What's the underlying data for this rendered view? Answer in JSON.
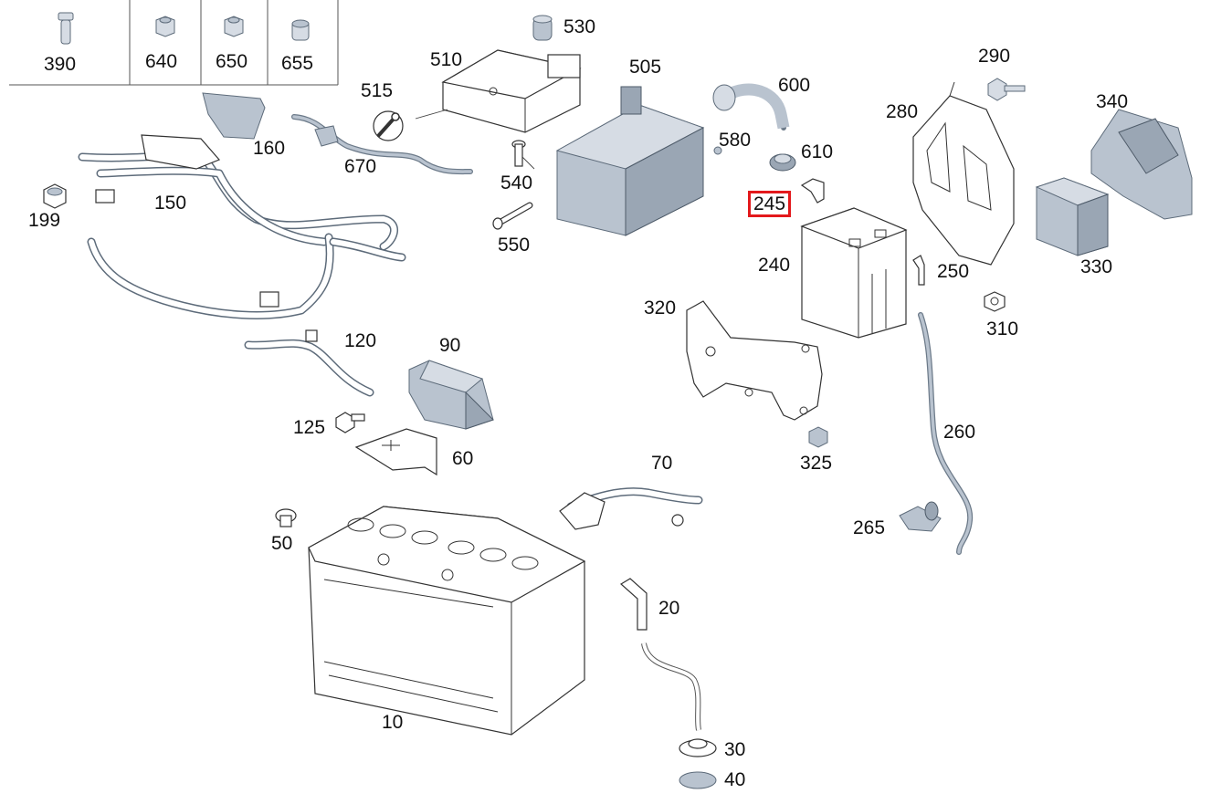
{
  "diagram": {
    "highlight_color": "#e3191c",
    "part_color": "#b9c3cf",
    "highlighted_callout": "245",
    "legend_cells": [
      {
        "label": "390",
        "icon": "sleeve-bolt-icon"
      },
      {
        "label": "640",
        "icon": "hex-nut-icon"
      },
      {
        "label": "650",
        "icon": "hex-nut-icon"
      },
      {
        "label": "655",
        "icon": "sleeve-nut-icon"
      }
    ],
    "callouts": {
      "c530": "530",
      "c510": "510",
      "c505": "505",
      "c600": "600",
      "c290": "290",
      "c515": "515",
      "c340": "340",
      "c280": "280",
      "c160": "160",
      "c580": "580",
      "c610": "610",
      "c670": "670",
      "c540": "540",
      "c199": "199",
      "c150": "150",
      "c245": "245",
      "c550": "550",
      "c240": "240",
      "c250": "250",
      "c330": "330",
      "c320": "320",
      "c310": "310",
      "c120": "120",
      "c90": "90",
      "c260": "260",
      "c125": "125",
      "c60": "60",
      "c325": "325",
      "c70": "70",
      "c265": "265",
      "c50": "50",
      "c20": "20",
      "c10": "10",
      "c30": "30",
      "c40": "40"
    }
  }
}
